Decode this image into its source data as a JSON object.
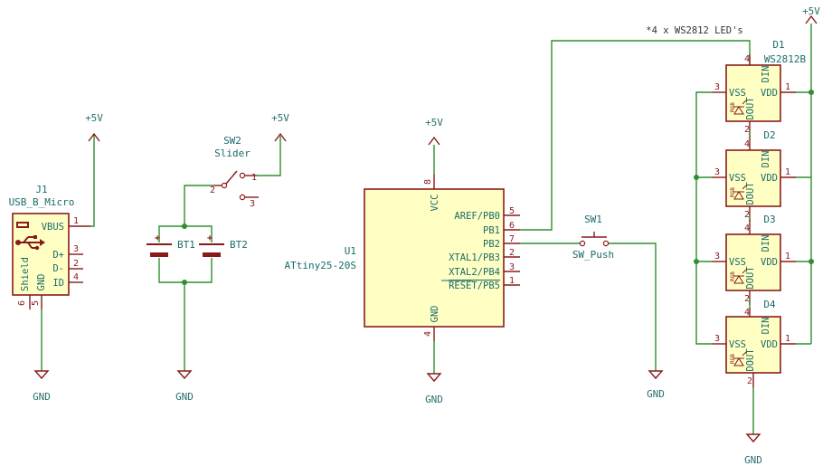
{
  "note": "*4 x WS2812 LED's",
  "power": {
    "vcc": "+5V",
    "gnd": "GND"
  },
  "j1": {
    "ref": "J1",
    "value": "USB_B_Micro",
    "pins": [
      {
        "name": "VBUS",
        "num": "1"
      },
      {
        "name": "D+",
        "num": "3"
      },
      {
        "name": "D-",
        "num": "2"
      },
      {
        "name": "ID",
        "num": "4"
      },
      {
        "name": "Shield",
        "num": "6"
      },
      {
        "name": "GND",
        "num": "5"
      }
    ]
  },
  "sw2": {
    "ref": "SW2",
    "value": "Slider",
    "pins": [
      "1",
      "2",
      "3"
    ]
  },
  "bt1": {
    "ref": "BT1"
  },
  "bt2": {
    "ref": "BT2"
  },
  "u1": {
    "ref": "U1",
    "value": "ATtiny25-20S",
    "vcc": {
      "name": "VCC",
      "num": "8"
    },
    "gnd": {
      "name": "GND",
      "num": "4"
    },
    "pins": [
      {
        "name": "AREF/PB0",
        "num": "5"
      },
      {
        "name": "PB1",
        "num": "6"
      },
      {
        "name": "PB2",
        "num": "7"
      },
      {
        "name": "XTAL1/PB3",
        "num": "2"
      },
      {
        "name": "XTAL2/PB4",
        "num": "3"
      },
      {
        "name": "RESET/PB5",
        "num": "1"
      }
    ]
  },
  "sw1": {
    "ref": "SW1",
    "value": "SW_Push"
  },
  "leds": {
    "value": "WS2812B",
    "pin_names": {
      "din": "DIN",
      "dout": "DOUT",
      "vss": "VSS",
      "vdd": "VDD",
      "rgb": "RGB"
    },
    "pin_nums": {
      "din": "4",
      "dout": "2",
      "vss": "3",
      "vdd": "1"
    },
    "items": [
      {
        "ref": "D1"
      },
      {
        "ref": "D2"
      },
      {
        "ref": "D3"
      },
      {
        "ref": "D4"
      }
    ]
  }
}
